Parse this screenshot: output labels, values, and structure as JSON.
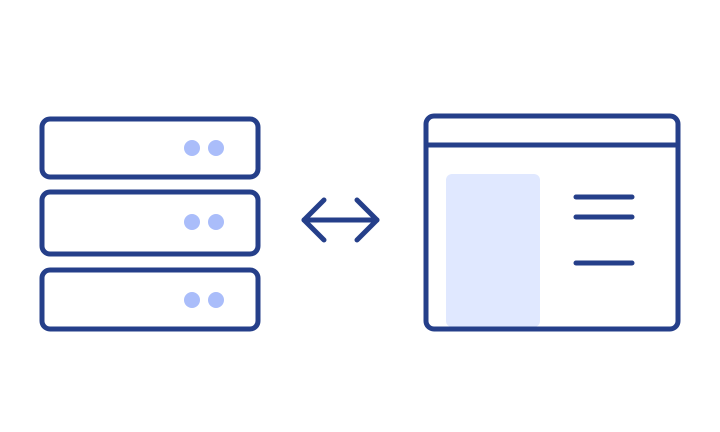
{
  "illustration": {
    "server_stack": {
      "icon": "server-rack-icon",
      "units": [
        {
          "name": "server-unit-top",
          "led_count": 2
        },
        {
          "name": "server-unit-middle",
          "led_count": 2
        },
        {
          "name": "server-unit-bottom",
          "led_count": 2
        }
      ]
    },
    "connector": {
      "icon": "bidirectional-arrow-icon"
    },
    "browser_window": {
      "icon": "browser-window-icon",
      "content_lines": 3
    }
  },
  "colors": {
    "stroke": "#253f8a",
    "led": "#aabdfa",
    "panel_fill": "#e0e8ff",
    "background": "#ffffff"
  }
}
